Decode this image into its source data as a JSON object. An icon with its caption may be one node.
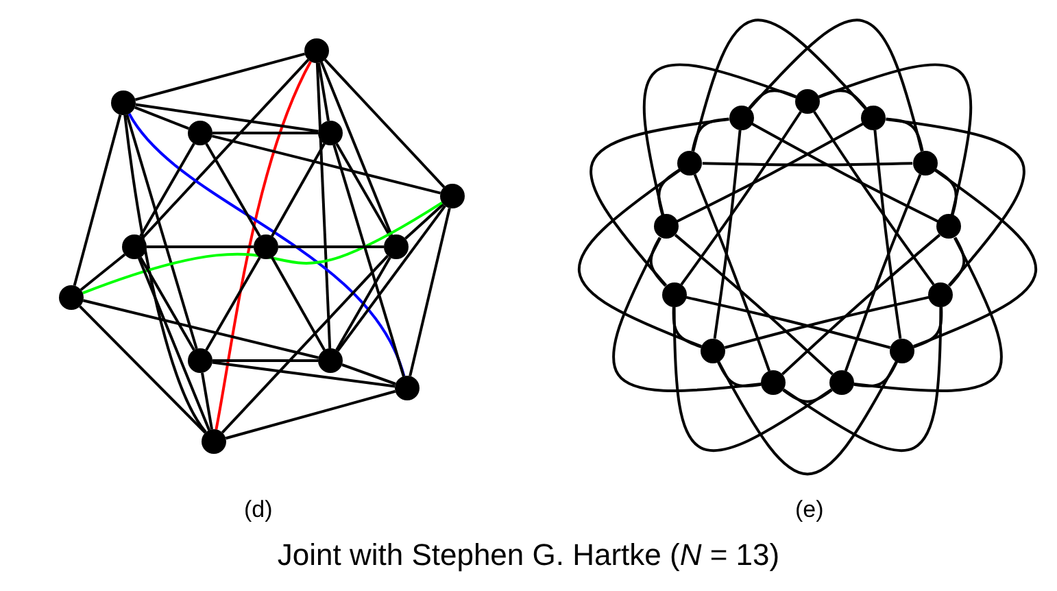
{
  "diagram": {
    "caption": "Joint with Stephen G. Hartke (*N* = 13)",
    "nodes": [
      {
        "text": [],
        "shape": "circle"
      },
      {
        "text": [],
        "shape": "circle"
      },
      {
        "text": [],
        "shape": "circle"
      },
      {
        "text": [],
        "shape": "circle"
      },
      {
        "text": [],
        "shape": "circle"
      },
      {
        "text": [],
        "shape": "circle"
      },
      {
        "text": [],
        "shape": "circle"
      },
      {
        "text": [],
        "shape": "circle"
      },
      {
        "text": [],
        "shape": "circle"
      },
      {
        "text": [],
        "shape": "circle"
      },
      {
        "text": [],
        "shape": "circle"
      },
      {
        "text": [],
        "shape": "circle"
      },
      {
        "text": [],
        "shape": "circle"
      },
      {
        "text": [],
        "shape": "circle"
      },
      {
        "text": [],
        "shape": "circle"
      },
      {
        "text": [],
        "shape": "circle"
      },
      {
        "text": [],
        "shape": "circle"
      },
      {
        "text": [],
        "shape": "circle"
      },
      {
        "text": [],
        "shape": "circle"
      },
      {
        "text": [],
        "shape": "circle"
      },
      {
        "text": [],
        "shape": "circle"
      },
      {
        "text": [],
        "shape": "circle"
      },
      {
        "text": [],
        "shape": "circle"
      },
      {
        "text": [],
        "shape": "circle"
      },
      {
        "text": [],
        "shape": "circle"
      },
      {
        "text": [],
        "shape": "circle"
      }
    ],
    "edges": [
      {
        "from": 0,
        "to": 1,
        "arrow": "none"
      },
      {
        "from": 0,
        "to": 3,
        "arrow": "none"
      },
      {
        "from": 0,
        "to": 4,
        "arrow": "none"
      },
      {
        "from": 0,
        "to": 5,
        "arrow": "none"
      },
      {
        "from": 0,
        "to": 7,
        "arrow": "none"
      },
      {
        "from": 0,
        "to": 10,
        "arrow": "none"
      },
      {
        "from": 0,
        "to": 12,
        "arrow": "none",
        "color": "#ff0000"
      },
      {
        "from": 1,
        "to": 2,
        "arrow": "none"
      },
      {
        "from": 1,
        "to": 3,
        "arrow": "none"
      },
      {
        "from": 1,
        "to": 8,
        "arrow": "none"
      },
      {
        "from": 1,
        "to": 9,
        "arrow": "none"
      },
      {
        "from": 1,
        "to": 12,
        "arrow": "none"
      },
      {
        "from": 1,
        "to": 11,
        "arrow": "none",
        "color": "#0000ff"
      },
      {
        "from": 2,
        "to": 3,
        "arrow": "none"
      },
      {
        "from": 2,
        "to": 4,
        "arrow": "none"
      },
      {
        "from": 2,
        "to": 6,
        "arrow": "none"
      },
      {
        "from": 2,
        "to": 5,
        "arrow": "none"
      },
      {
        "from": 3,
        "to": 6,
        "arrow": "none"
      },
      {
        "from": 3,
        "to": 7,
        "arrow": "none"
      },
      {
        "from": 3,
        "to": 11,
        "arrow": "none"
      },
      {
        "from": 4,
        "to": 7,
        "arrow": "none"
      },
      {
        "from": 4,
        "to": 10,
        "arrow": "none"
      },
      {
        "from": 4,
        "to": 11,
        "arrow": "none"
      },
      {
        "from": 4,
        "to": 8,
        "arrow": "none",
        "color": "#00ff00"
      },
      {
        "from": 5,
        "to": 6,
        "arrow": "none"
      },
      {
        "from": 5,
        "to": 8,
        "arrow": "none"
      },
      {
        "from": 5,
        "to": 9,
        "arrow": "none"
      },
      {
        "from": 5,
        "to": 12,
        "arrow": "none"
      },
      {
        "from": 6,
        "to": 7,
        "arrow": "none"
      },
      {
        "from": 6,
        "to": 10,
        "arrow": "none"
      },
      {
        "from": 6,
        "to": 9,
        "arrow": "none"
      },
      {
        "from": 7,
        "to": 10,
        "arrow": "none"
      },
      {
        "from": 7,
        "to": 12,
        "arrow": "none"
      },
      {
        "from": 8,
        "to": 10,
        "arrow": "none"
      },
      {
        "from": 8,
        "to": 12,
        "arrow": "none"
      },
      {
        "from": 9,
        "to": 10,
        "arrow": "none"
      },
      {
        "from": 9,
        "to": 12,
        "arrow": "none"
      },
      {
        "from": 9,
        "to": 11,
        "arrow": "none"
      },
      {
        "from": 10,
        "to": 11,
        "arrow": "none"
      },
      {
        "from": 11,
        "to": 12,
        "arrow": "none"
      },
      {
        "from": 13,
        "to": 14,
        "arrow": "none"
      },
      {
        "from": 13,
        "to": 16,
        "arrow": "none"
      },
      {
        "from": 13,
        "to": 17,
        "arrow": "none"
      },
      {
        "from": 14,
        "to": 15,
        "arrow": "none"
      },
      {
        "from": 14,
        "to": 17,
        "arrow": "none"
      },
      {
        "from": 14,
        "to": 18,
        "arrow": "none"
      },
      {
        "from": 15,
        "to": 16,
        "arrow": "none"
      },
      {
        "from": 15,
        "to": 18,
        "arrow": "none"
      },
      {
        "from": 15,
        "to": 19,
        "arrow": "none"
      },
      {
        "from": 16,
        "to": 17,
        "arrow": "none"
      },
      {
        "from": 16,
        "to": 19,
        "arrow": "none"
      },
      {
        "from": 16,
        "to": 20,
        "arrow": "none"
      },
      {
        "from": 17,
        "to": 18,
        "arrow": "none"
      },
      {
        "from": 17,
        "to": 20,
        "arrow": "none"
      },
      {
        "from": 17,
        "to": 21,
        "arrow": "none"
      },
      {
        "from": 18,
        "to": 19,
        "arrow": "none"
      },
      {
        "from": 18,
        "to": 21,
        "arrow": "none"
      },
      {
        "from": 18,
        "to": 22,
        "arrow": "none"
      },
      {
        "from": 19,
        "to": 20,
        "arrow": "none"
      },
      {
        "from": 19,
        "to": 22,
        "arrow": "none"
      },
      {
        "from": 19,
        "to": 23,
        "arrow": "none"
      },
      {
        "from": 20,
        "to": 21,
        "arrow": "none"
      },
      {
        "from": 20,
        "to": 23,
        "arrow": "none"
      },
      {
        "from": 20,
        "to": 24,
        "arrow": "none"
      },
      {
        "from": 21,
        "to": 22,
        "arrow": "none"
      },
      {
        "from": 21,
        "to": 24,
        "arrow": "none"
      },
      {
        "from": 21,
        "to": 25,
        "arrow": "none"
      },
      {
        "from": 22,
        "to": 23,
        "arrow": "none"
      },
      {
        "from": 22,
        "to": 25,
        "arrow": "none"
      },
      {
        "from": 22,
        "to": 13,
        "arrow": "none"
      },
      {
        "from": 23,
        "to": 24,
        "arrow": "none"
      },
      {
        "from": 23,
        "to": 13,
        "arrow": "none"
      },
      {
        "from": 23,
        "to": 14,
        "arrow": "none"
      },
      {
        "from": 24,
        "to": 25,
        "arrow": "none"
      },
      {
        "from": 24,
        "to": 14,
        "arrow": "none"
      },
      {
        "from": 24,
        "to": 15,
        "arrow": "none"
      },
      {
        "from": 25,
        "to": 13,
        "arrow": "none"
      },
      {
        "from": 25,
        "to": 15,
        "arrow": "none"
      },
      {
        "from": 25,
        "to": 16,
        "arrow": "none"
      }
    ],
    "labels": [
      "(d)",
      "(e)"
    ]
  }
}
